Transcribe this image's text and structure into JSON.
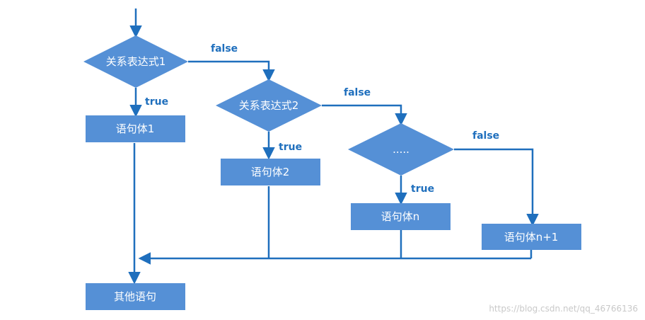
{
  "diagram": {
    "nodes": {
      "cond1": "关系表达式1",
      "cond2": "关系表达式2",
      "cond3": ".....",
      "body1": "语句体1",
      "body2": "语句体2",
      "bodyn": "语句体n",
      "bodyn1": "语句体n+1",
      "other": "其他语句"
    },
    "labels": {
      "true1": "true",
      "false1": "false",
      "true2": "true",
      "false2": "false",
      "true3": "true",
      "false3": "false"
    }
  },
  "watermark": "https://blog.csdn.net/qq_46766136",
  "colors": {
    "shape_fill": "#5590d6",
    "line": "#1f6fbd",
    "text_on_shape": "#ffffff",
    "label_text": "#1f6fbd"
  }
}
